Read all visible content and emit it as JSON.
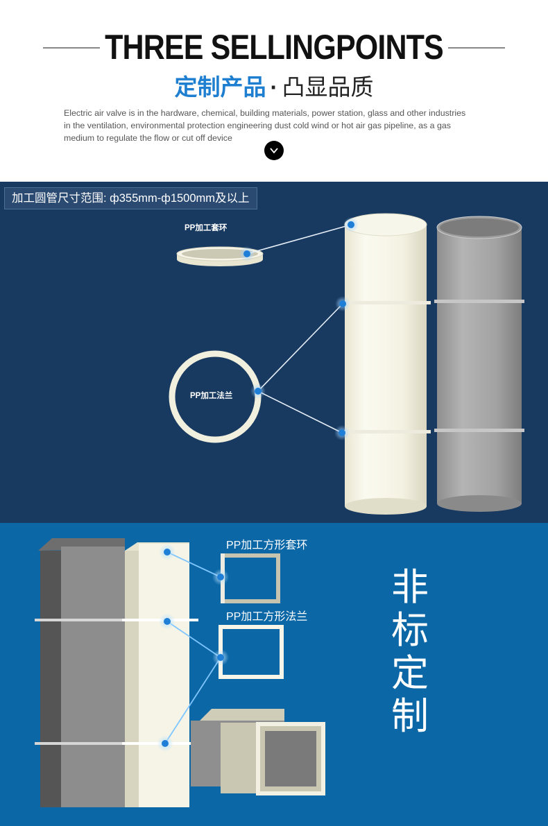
{
  "header": {
    "title": "THREE SELLINGPOINTS",
    "subtitle_highlight": "定制产品",
    "subtitle_separator": "·",
    "subtitle_rest": "凸显品质",
    "description_lines": [
      "Electric air valve is in the hardware, chemical, building materials, power station, glass and other industries",
      "in the ventilation, environmental protection engineering dust cold wind or hot air gas pipeline, as a gas",
      "medium to regulate the flow or cut off device"
    ],
    "scroll_icon": "chevron-down-icon"
  },
  "round_panel": {
    "range_label": "加工圆管尺寸范围: ф355mm-ф1500mm及以上",
    "collar_label": "PP加工套环",
    "flange_label": "PP加工法兰"
  },
  "square_panel": {
    "collar_label": "PP加工方形套环",
    "flange_label": "PP加工方形法兰",
    "custom_chars": [
      "非",
      "标",
      "定",
      "制"
    ]
  },
  "colors": {
    "accent_blue": "#1e7fd0",
    "panel_dark_blue": "#183a61",
    "panel_blue": "#0b67a6",
    "hotspot_blue": "#1f7fd6"
  }
}
